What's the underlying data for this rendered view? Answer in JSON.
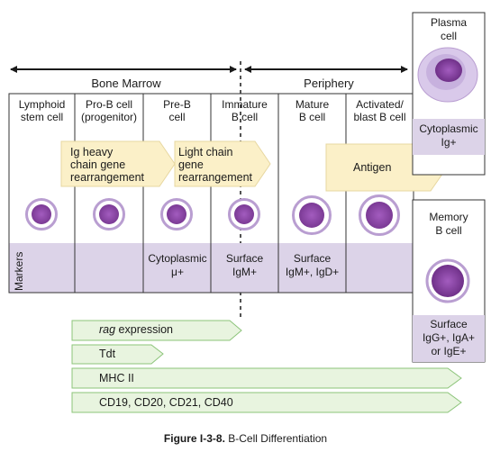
{
  "regions": {
    "bone_marrow": "Bone Marrow",
    "periphery": "Periphery"
  },
  "stages": [
    {
      "label": "Lymphoid\nstem cell"
    },
    {
      "label": "Pro-B cell\n(progenitor)"
    },
    {
      "label": "Pre-B\ncell"
    },
    {
      "label": "Immature\nB cell"
    },
    {
      "label": "Mature\nB cell"
    },
    {
      "label": "Activated/\nblast B cell"
    }
  ],
  "events": {
    "ig_heavy": "Ig heavy\nchain gene\nrearrangement",
    "light_chain": "Light chain\ngene\nrearrangement",
    "antigen": "Antigen"
  },
  "markers": {
    "row_label": "Markers",
    "pre_b": "Cytoplasmic\nμ+",
    "immature": "Surface\nIgM+",
    "mature": "Surface\nIgM+, IgD+"
  },
  "plasma_cell": {
    "title": "Plasma\ncell",
    "marker": "Cytoplasmic\nIg+"
  },
  "memory_cell": {
    "title": "Memory\nB cell",
    "marker": "Surface\nIgG+, IgA+\nor IgE+"
  },
  "expression_bars": [
    {
      "prefix": "rag",
      "suffix": " expression"
    },
    {
      "prefix": "",
      "suffix": "Tdt"
    },
    {
      "prefix": "",
      "suffix": "MHC II"
    },
    {
      "prefix": "",
      "suffix": "CD19, CD20, CD21, CD40"
    }
  ],
  "caption": {
    "figure": "Figure I-3-8.",
    "title": "B-Cell Differentiation"
  },
  "colors": {
    "lavender": "#dcd3e8",
    "event_fill": "#fbf0c8",
    "event_stroke": "#e7d7a0",
    "bar_fill": "#e8f4df",
    "bar_stroke": "#8cc47a",
    "cell_purple": "#7b3f91",
    "cell_halo": "#b99ed1"
  }
}
